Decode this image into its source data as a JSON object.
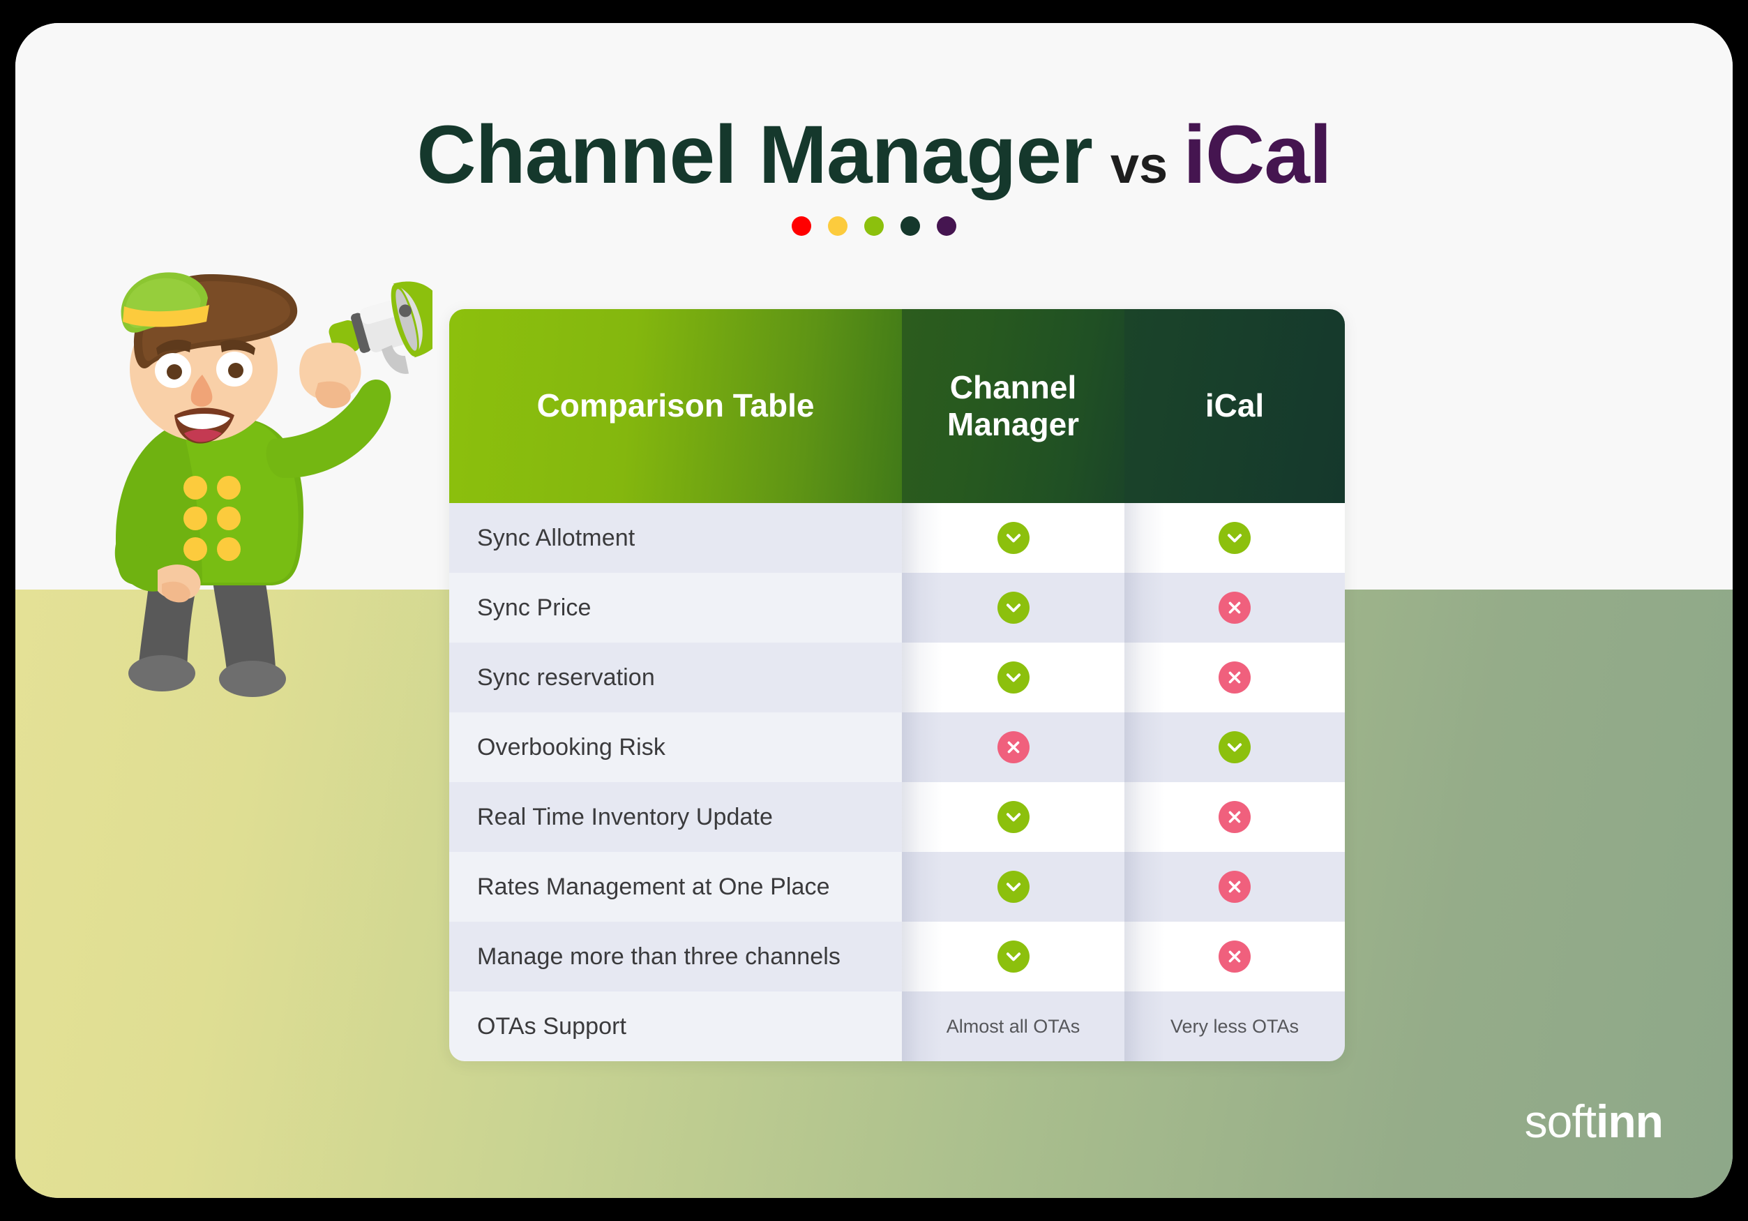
{
  "title": {
    "part1": "Channel Manager",
    "part2": "vs",
    "part3": "iCal"
  },
  "dots": [
    {
      "name": "dot-red",
      "color": "#FF0000"
    },
    {
      "name": "dot-yellow",
      "color": "#FCCB3D"
    },
    {
      "name": "dot-green",
      "color": "#8CC00D"
    },
    {
      "name": "dot-darkgreen",
      "color": "#15382C"
    },
    {
      "name": "dot-purple",
      "color": "#451550"
    }
  ],
  "table": {
    "headers": {
      "label": "Comparison Table",
      "channel_manager": "Channel Manager",
      "ical": "iCal"
    },
    "rows": [
      {
        "label": "Sync Allotment",
        "channel_manager": "yes",
        "ical": "yes"
      },
      {
        "label": "Sync Price",
        "channel_manager": "yes",
        "ical": "no"
      },
      {
        "label": "Sync reservation",
        "channel_manager": "yes",
        "ical": "no"
      },
      {
        "label": "Overbooking Risk",
        "channel_manager": "no",
        "ical": "yes"
      },
      {
        "label": "Real Time Inventory Update",
        "channel_manager": "yes",
        "ical": "no"
      },
      {
        "label": "Rates Management at One Place",
        "channel_manager": "yes",
        "ical": "no"
      },
      {
        "label": "Manage more than three channels",
        "channel_manager": "yes",
        "ical": "no"
      },
      {
        "label": "OTAs Support",
        "channel_manager": "Almost all OTAs",
        "ical": "Very less OTAs"
      }
    ]
  },
  "logo": {
    "part_light": "soft",
    "part_bold": "inn"
  },
  "colors": {
    "title_green": "#15382C",
    "title_purple": "#451550",
    "accent_green": "#8CC00D",
    "accent_red": "#F0607D",
    "header_dark_green": "#15382C",
    "row_shade_a": "#E6E8F2",
    "row_shade_b": "#F0F2F7",
    "page_background": "#F8F8F8"
  }
}
